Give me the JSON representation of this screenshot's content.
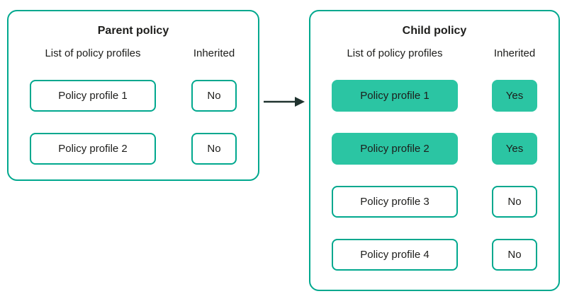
{
  "colors": {
    "border_teal": "#00A88E",
    "fill_green": "#2BC5A3",
    "text_dark": "#1D1D1B",
    "arrow_dark": "#20332F"
  },
  "parent": {
    "title": "Parent policy",
    "col1_header": "List of policy profiles",
    "col2_header": "Inherited",
    "rows": [
      {
        "profile": "Policy profile 1",
        "inherited": "No",
        "highlight": false
      },
      {
        "profile": "Policy profile 2",
        "inherited": "No",
        "highlight": false
      }
    ]
  },
  "child": {
    "title": "Child policy",
    "col1_header": "List of policy profiles",
    "col2_header": "Inherited",
    "rows": [
      {
        "profile": "Policy profile 1",
        "inherited": "Yes",
        "highlight": true
      },
      {
        "profile": "Policy profile 2",
        "inherited": "Yes",
        "highlight": true
      },
      {
        "profile": "Policy profile 3",
        "inherited": "No",
        "highlight": false
      },
      {
        "profile": "Policy profile 4",
        "inherited": "No",
        "highlight": false
      }
    ]
  }
}
